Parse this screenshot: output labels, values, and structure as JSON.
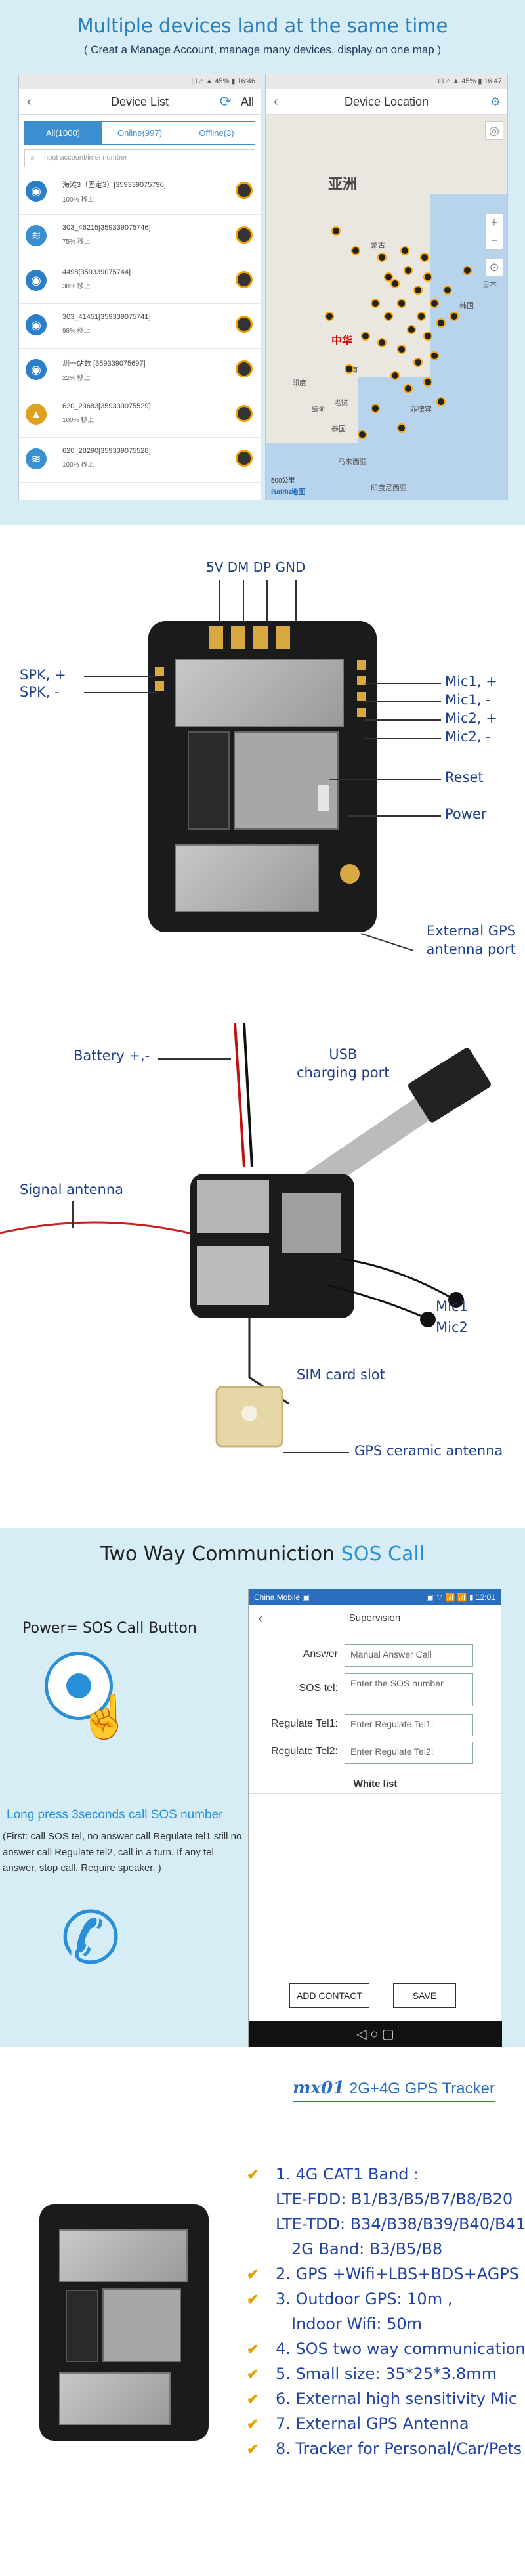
{
  "header": {
    "title": "Multiple devices land at the same time",
    "subtitle": "( Creat a Manage Account, manage many devices, display on one map )"
  },
  "device_list": {
    "status": "⊡ ⌂ ▲ 45% ▮ 16:46",
    "title": "Device List",
    "all_label": "All",
    "tabs": [
      "All(1000)",
      "Online(997)",
      "Offline(3)"
    ],
    "search_placeholder": "Input account/imei number",
    "devices": [
      {
        "name": "海滩3（固定3）[359339075796]",
        "status": "100%  移上",
        "icon": "globe-icon",
        "color": "#2a7fc8"
      },
      {
        "name": "303_46215[359339075746]",
        "status": "75%  移上",
        "icon": "wifi-icon",
        "color": "#3a8fd0"
      },
      {
        "name": "4498[359339075744]",
        "status": "38%  移上",
        "icon": "globe-icon",
        "color": "#2a7fc8"
      },
      {
        "name": "303_41451[359339075741]",
        "status": "98%  移上",
        "icon": "globe-icon",
        "color": "#2a7fc8"
      },
      {
        "name": "测一站数 [359339075697]",
        "status": "22%  移上",
        "icon": "globe-icon",
        "color": "#2a7fc8"
      },
      {
        "name": "620_29683[359339075529]",
        "status": "100%  移上",
        "icon": "signal-icon",
        "color": "#e0a020"
      },
      {
        "name": "620_28290[359339075528]",
        "status": "100%  移上",
        "icon": "wifi-icon",
        "color": "#3a8fd0"
      }
    ]
  },
  "device_location": {
    "status": "⊡ ⌂ ▲ 45% ▮ 16:47",
    "title": "Device Location",
    "map_labels": [
      "亚洲",
      "中华",
      "蒙古",
      "韩国",
      "日本",
      "印度",
      "泰国",
      "菲律宾",
      "马来西亚",
      "印度尼西亚",
      "越南",
      "老挝",
      "缅甸"
    ],
    "scale": "500公里",
    "brand": "Baidu地图"
  },
  "board": {
    "top_pins": "5V  DM  DP   GND",
    "left": [
      "SPK, +",
      "SPK, -"
    ],
    "right": [
      "Mic1, +",
      "Mic1, -",
      "Mic2, +",
      "Mic2, -",
      "Reset",
      "Power"
    ],
    "antenna": [
      "External GPS",
      "antenna port"
    ]
  },
  "assembly": {
    "battery": "Battery +,-",
    "usb": [
      "USB",
      "charging port"
    ],
    "signal": "Signal antenna",
    "mic1": "Mic1",
    "mic2": "Mic2",
    "sim": "SIM card slot",
    "gps": "GPS ceramic antenna"
  },
  "sos": {
    "title_part": "Two Way Communiction ",
    "title_sos": "SOS Call",
    "power_label": "Power= SOS Call Button",
    "long_press": "Long press 3seconds call SOS number",
    "desc": "(First: call SOS tel, no answer call Regulate tel1 still no answer call Regulate tel2, call in a turn. If any tel answer, stop call. Require speaker. )",
    "phone": {
      "carrier": "China Mobile ▣",
      "status": "▣ ⌔ 📶 📶 ▮ 12:01",
      "title": "Supervision",
      "rows": [
        {
          "key": "Answer",
          "value": "Manual Answer Call"
        },
        {
          "key": "SOS tel:",
          "value": "Enter the SOS number"
        },
        {
          "key": "Regulate Tel1:",
          "value": "Enter Regulate Tel1:"
        },
        {
          "key": "Regulate Tel2:",
          "value": "Enter Regulate Tel2:"
        }
      ],
      "whitelist": "White list",
      "add_contact": "ADD CONTACT",
      "save": "SAVE",
      "navkeys": "◁     ○     ▢"
    }
  },
  "product": {
    "model": "mx01",
    "tagline": " 2G+4G GPS Tracker",
    "features": [
      "1. 4G CAT1 Band :",
      "LTE-FDD: B1/B3/B5/B7/B8/B20",
      "LTE-TDD: B34/B38/B39/B40/B41",
      "2G Band: B3/B5/B8",
      "2. GPS +Wifi+LBS+BDS+AGPS",
      "3. Outdoor GPS: 10m ,",
      "Indoor Wifi: 50m",
      "4. SOS two way communication",
      "5. Small size: 35*25*3.8mm",
      "6. External high sensitivity Mic",
      "7. External GPS Antenna",
      "8. Tracker for Personal/Car/Pets"
    ]
  },
  "colors": {
    "accent": "#2a7fbd",
    "label": "#1e3f8a",
    "check": "#e2a100",
    "panel_bg": "#d7edf6"
  }
}
